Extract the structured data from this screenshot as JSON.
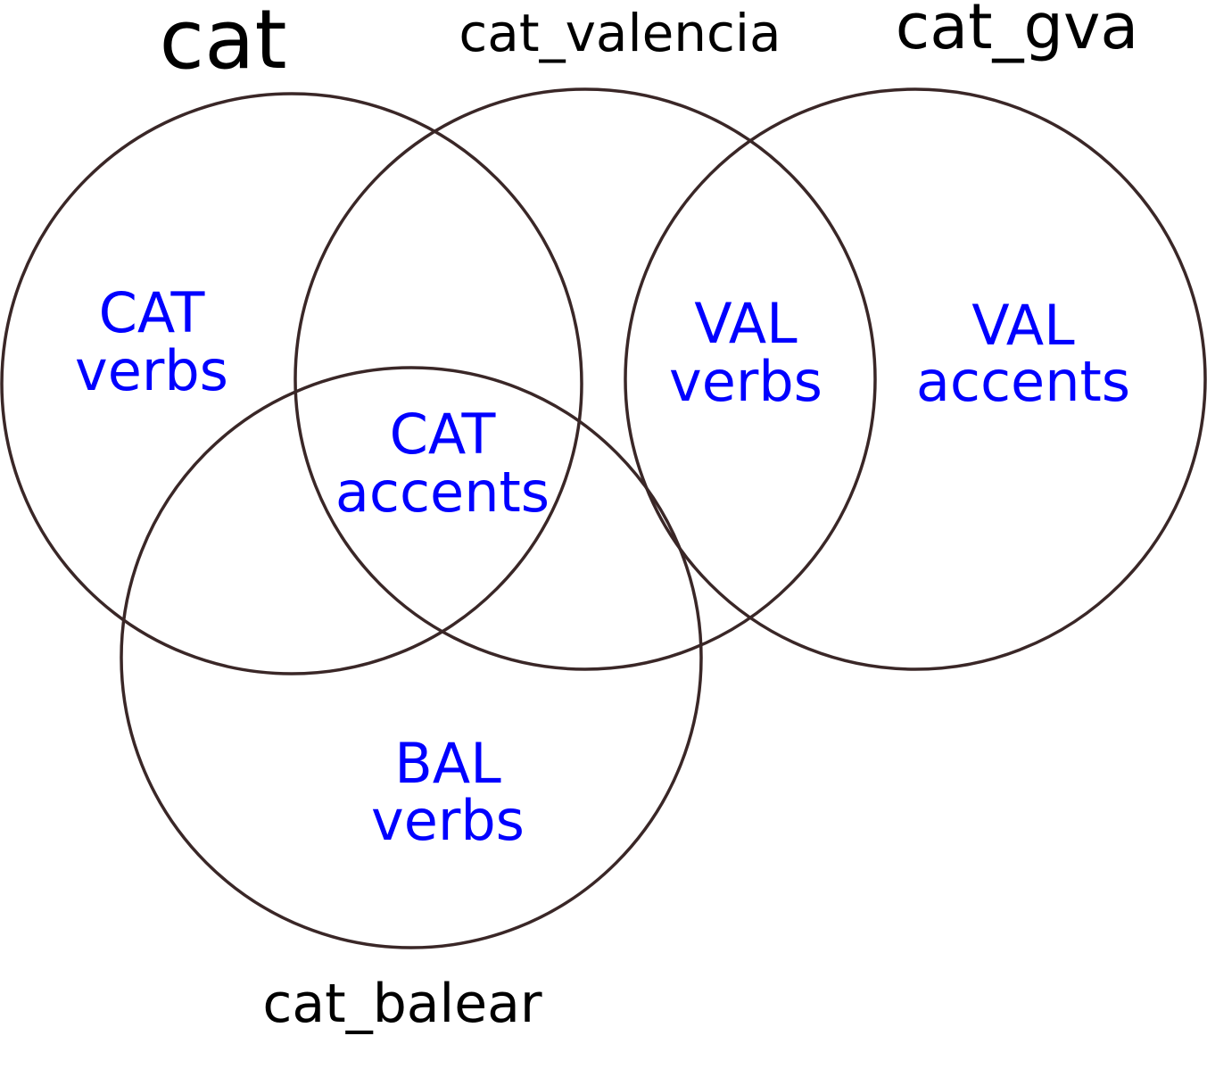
{
  "colors": {
    "circle_stroke": "#3a2727",
    "region_text": "#0000ff",
    "set_text": "#000000"
  },
  "sets": {
    "cat": "cat",
    "cat_valencia": "cat_valencia",
    "cat_gva": "cat_gva",
    "cat_balear": "cat_balear"
  },
  "regions": {
    "cat_verbs": [
      "CAT",
      "verbs"
    ],
    "cat_accents": [
      "CAT",
      "accents"
    ],
    "val_verbs": [
      "VAL",
      "verbs"
    ],
    "val_accents": [
      "VAL",
      "accents"
    ],
    "bal_verbs": [
      "BAL",
      "verbs"
    ]
  }
}
